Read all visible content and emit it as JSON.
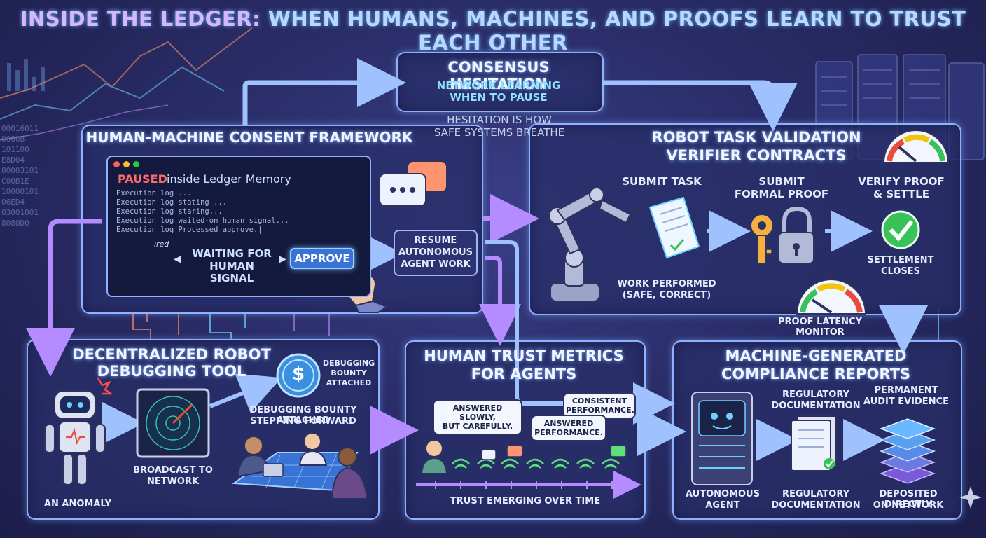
{
  "title": {
    "lead": "INSIDE THE LEDGER:",
    "rest": "WHEN HUMANS, MACHINES, AND PROOFS LEARN TO TRUST EACH OTHER"
  },
  "consensus": {
    "heading": "CONSENSUS HESITATION",
    "line1": "NETWORK LEARNING",
    "line2": "WHEN TO PAUSE",
    "quote1": "HESITATION IS HOW",
    "quote2": "SAFE SYSTEMS BREATHE"
  },
  "consent": {
    "heading": "HUMAN-MACHINE CONSENT FRAMEWORK",
    "paused": "PAUSED",
    "memory": "inside Ledger Memory",
    "logs": [
      "Execution log ...",
      "Execution log stating ...",
      "Execution log staring...",
      "Execution log waited-on human signal...",
      "Execution log Processed approve.|"
    ],
    "waiting1": "WAITING FOR",
    "waiting2": "HUMAN SIGNAL",
    "approve": "APPROVE",
    "resume1": "RESUME",
    "resume2": "AUTONOMOUS",
    "resume3": "AGENT WORK",
    "scribble": "ıred"
  },
  "validation": {
    "heading1": "ROBOT TASK VALIDATION",
    "heading2": "VERIFIER CONTRACTS",
    "submit_task": "SUBMIT TASK",
    "submit_proof1": "SUBMIT",
    "submit_proof2": "FORMAL PROOF",
    "verify1": "VERIFY PROOF",
    "verify2": "& SETTLE",
    "work1": "WORK PERFORMED",
    "work2": "(SAFE, CORRECT)",
    "settle1": "SETTLEMENT",
    "settle2": "CLOSES",
    "latency": "PROOF LATENCY MONITOR"
  },
  "debug": {
    "heading1": "DECENTRALIZED ROBOT",
    "heading2": "DEBUGGING TOOL",
    "bounty1": "DEBUGGING",
    "bounty2": "BOUNTY",
    "bounty3": "ATTACHED",
    "step1": "DEBUGGING BOUNTY ATTACHED",
    "step2": "STEPPING FORWARD",
    "broadcast1": "BROADCAST TO",
    "broadcast2": "NETWORK",
    "anomaly": "AN ANOMALY",
    "coin_symbol": "$"
  },
  "trust": {
    "heading1": "HUMAN TRUST METRICS",
    "heading2": "FOR AGENTS",
    "b1a": "ANSWERED SLOWLY,",
    "b1b": "BUT CAREFULLY.",
    "b2a": "CONSISTENT",
    "b2b": "PERFORMANCE.",
    "b3a": "ANSWERED",
    "b3b": "PERFORMANCE.",
    "timeline": "TRUST EMERGING OVER TIME"
  },
  "compliance": {
    "heading1": "MACHINE-GENERATED",
    "heading2": "COMPLIANCE REPORTS",
    "reg_top1": "REGULATORY",
    "reg_top2": "DOCUMENTATION",
    "perm1": "PERMANENT",
    "perm2": "AUDIT EVIDENCE",
    "agent1": "AUTONOMOUS",
    "agent2": "AGENT",
    "reg_bot1": "REGULATORY",
    "reg_bot2": "DOCUMENTATION",
    "dep1": "DEPOSITED DIRECTLY",
    "dep2": "ON NETWORK"
  },
  "bg_code": [
    "00016011",
    "0000B",
    "101100",
    "E8D04",
    "80003101",
    "C00B1E",
    "10000101",
    "06ED4",
    "03001001",
    "8080D0"
  ],
  "colors": {
    "accent": "#8fb1ff",
    "flow_arrow": "#9fc2ff",
    "purple_arrow": "#b48cff",
    "alert": "#ff6b6b",
    "check": "#3ac25a"
  }
}
